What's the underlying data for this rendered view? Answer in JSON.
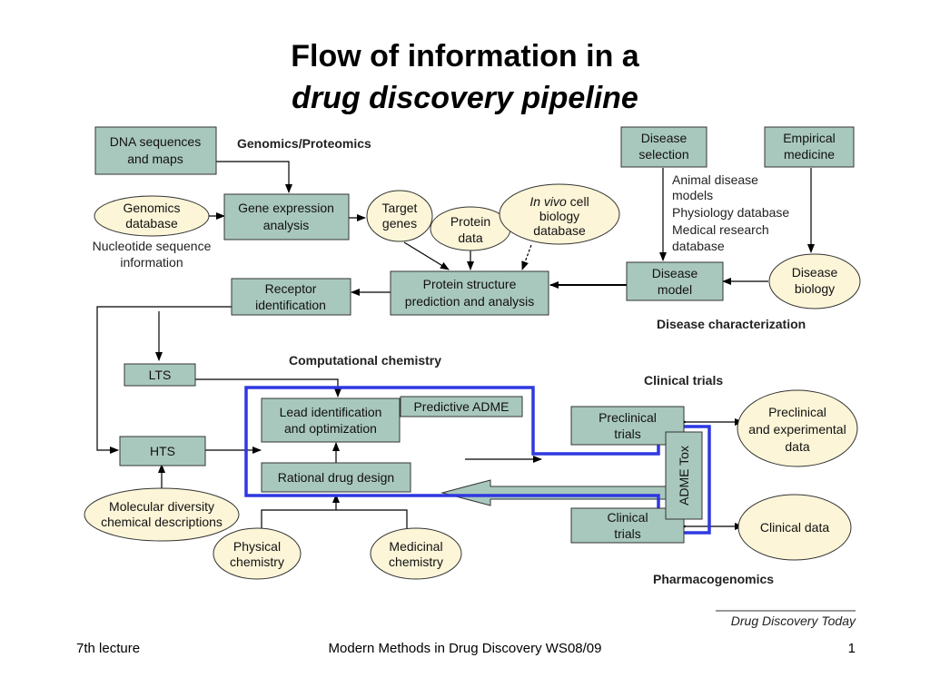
{
  "title": {
    "line1": "Flow of information in a",
    "line2": "drug discovery pipeline"
  },
  "boxes": {
    "dna": [
      "DNA sequences",
      "and maps"
    ],
    "gene_expr": [
      "Gene expression",
      "analysis"
    ],
    "receptor": [
      "Receptor",
      "identification"
    ],
    "protein_struct": [
      "Protein structure",
      "prediction and analysis"
    ],
    "disease_sel": [
      "Disease",
      "selection"
    ],
    "empirical": [
      "Empirical",
      "medicine"
    ],
    "disease_model": [
      "Disease",
      "model"
    ],
    "lts": [
      "LTS"
    ],
    "hts": [
      "HTS"
    ],
    "lead": [
      "Lead identification",
      "and optimization"
    ],
    "predictive_adme": [
      "Predictive ADME"
    ],
    "rational": [
      "Rational drug design"
    ],
    "preclinical_trials": [
      "Preclinical",
      "trials"
    ],
    "clinical_trials": [
      "Clinical",
      "trials"
    ],
    "adme_tox": [
      "ADME Tox"
    ]
  },
  "ellipses": {
    "genomics_db": [
      "Genomics",
      "database"
    ],
    "target_genes": [
      "Target",
      "genes"
    ],
    "protein_data": [
      "Protein",
      "data"
    ],
    "invivo": {
      "italic": "In vivo",
      "rest": " cell",
      "line2": "biology",
      "line3": "database"
    },
    "disease_biology": [
      "Disease",
      "biology"
    ],
    "molecular_div": [
      "Molecular diversity",
      "chemical descriptions"
    ],
    "physical_chem": [
      "Physical",
      "chemistry"
    ],
    "medicinal_chem": [
      "Medicinal",
      "chemistry"
    ],
    "preclinical_data": [
      "Preclinical",
      "and experimental",
      "data"
    ],
    "clinical_data": [
      "Clinical data"
    ]
  },
  "labels": {
    "genomics_proteomics": "Genomics/Proteomics",
    "nucleotide": [
      "Nucleotide sequence",
      "information"
    ],
    "animal_models": [
      "Animal disease",
      "models",
      "Physiology database",
      "Medical research",
      "database"
    ],
    "disease_characterization": "Disease characterization",
    "computational_chemistry": "Computational chemistry",
    "clinical_trials_section": "Clinical trials",
    "pharmacogenomics": "Pharmacogenomics",
    "source": "Drug Discovery Today"
  },
  "footer": {
    "left": "7th lecture",
    "center": "Modern Methods in Drug Discovery WS08/09",
    "right": "1"
  },
  "colors": {
    "box_fill": "#a9c8bd",
    "box_stroke": "#333333",
    "ellipse_fill": "#fdf5d8",
    "highlight": "#2f38e0"
  }
}
